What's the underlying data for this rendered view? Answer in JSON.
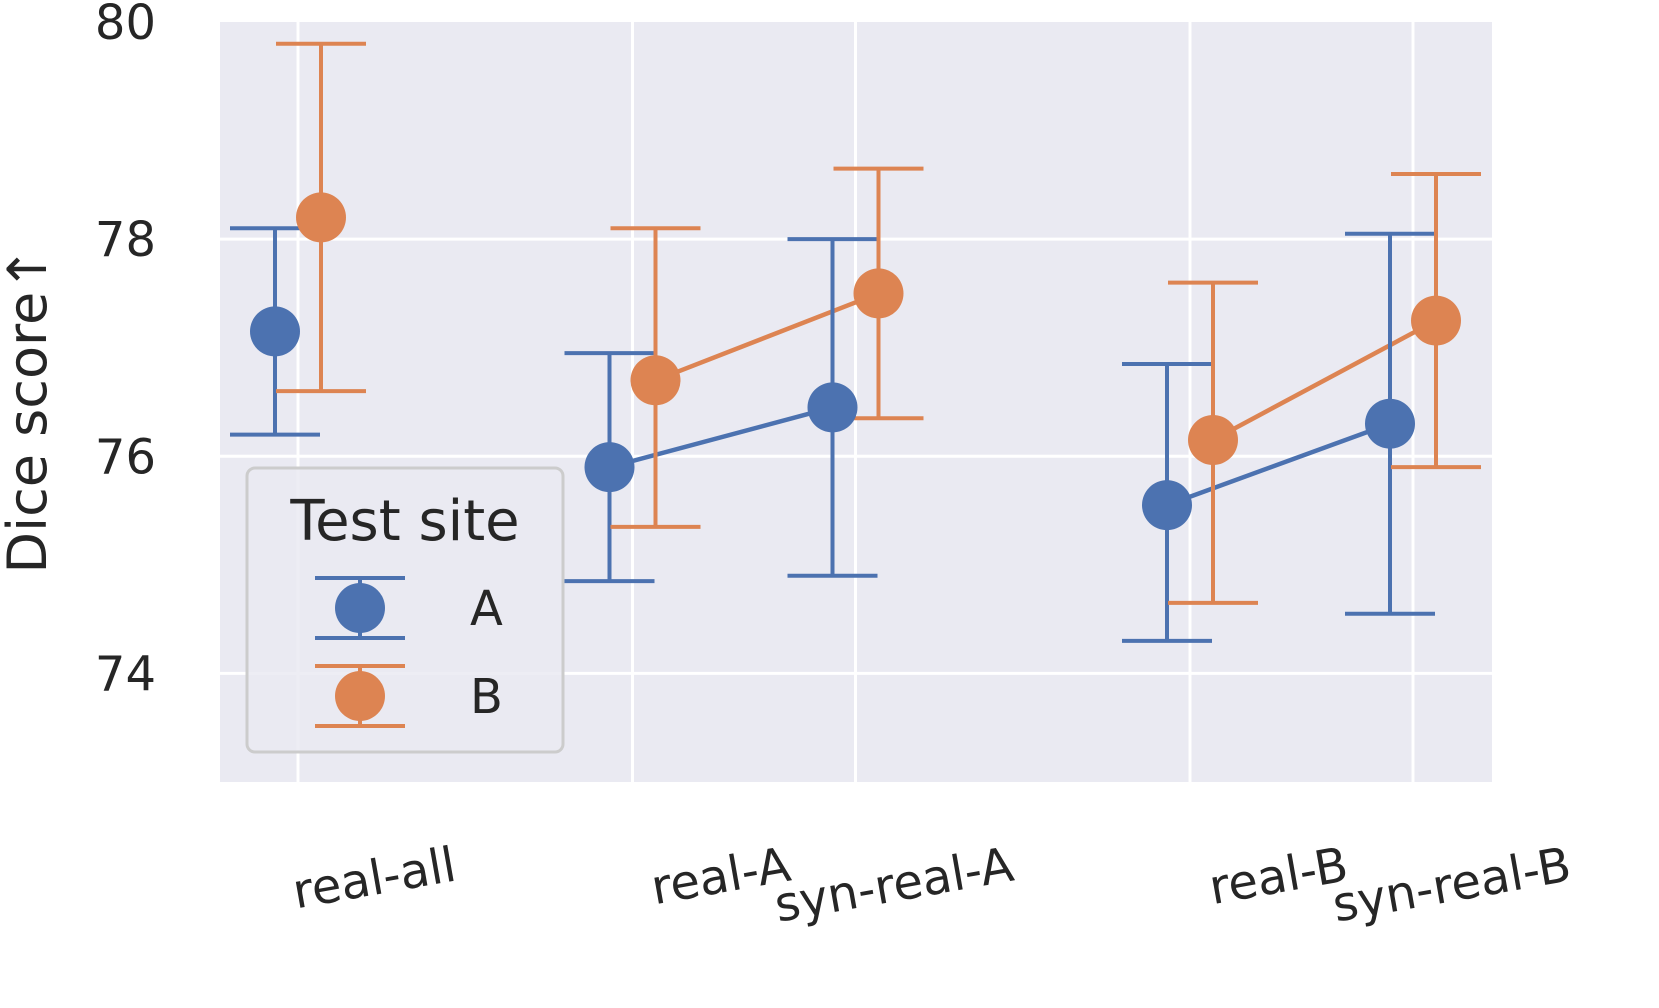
{
  "chart_data": {
    "type": "scatter",
    "ylabel": "Dice score↑",
    "ylim": [
      73,
      80
    ],
    "yticks": [
      74,
      76,
      78,
      80
    ],
    "grid": true,
    "categories": [
      "real-all",
      "real-A",
      "syn-real-A",
      "real-B",
      "syn-real-B"
    ],
    "category_positions": [
      0,
      1.5,
      2.5,
      4,
      5
    ],
    "connected_pairs": [
      [
        1,
        2
      ],
      [
        3,
        4
      ]
    ],
    "legend": {
      "title": "Test site",
      "placement": "lower-left"
    },
    "series": [
      {
        "name": "A",
        "color": "#4c72b0",
        "values": [
          77.15,
          75.9,
          76.45,
          75.55,
          76.3
        ],
        "err_low": [
          76.2,
          74.85,
          74.9,
          74.3,
          74.55
        ],
        "err_high": [
          78.1,
          76.95,
          78.0,
          76.85,
          78.05
        ]
      },
      {
        "name": "B",
        "color": "#dd8452",
        "values": [
          78.2,
          76.7,
          77.5,
          76.15,
          77.25
        ],
        "err_low": [
          76.6,
          75.35,
          76.35,
          74.65,
          75.9
        ],
        "err_high": [
          79.8,
          78.1,
          78.65,
          77.6,
          78.6
        ]
      }
    ]
  }
}
